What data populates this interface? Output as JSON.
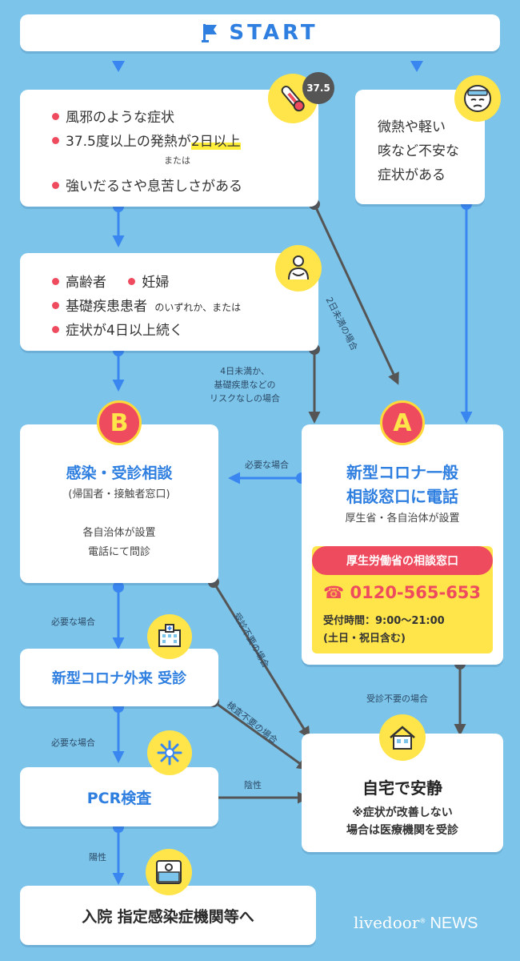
{
  "start": {
    "label": "START"
  },
  "symptom_box": {
    "line1": "風邪のような症状",
    "line2_pre": "37.5度以上の発熱が",
    "line2_hl": "2日以上",
    "or": "または",
    "line3": "強いだるさや息苦しさがある",
    "thermo_badge": "37.5"
  },
  "mild_box": {
    "lines": [
      "微熱や軽い",
      "咳など不安な",
      "症状がある"
    ]
  },
  "risk_box": {
    "item_elderly": "高齢者",
    "item_pregnant": "妊婦",
    "item_disease": "基礎疾患患者",
    "either_or": "のいずれか、または",
    "item_4days": "症状が4日以上続く"
  },
  "box_b": {
    "badge": "B",
    "title": "感染・受診相談",
    "subtitle": "(帰国者・接触者窓口)",
    "desc1": "各自治体が設置",
    "desc2": "電話にて問診"
  },
  "box_a": {
    "badge": "A",
    "title1": "新型コロナ一般",
    "title2": "相談窓口に電話",
    "subtitle": "厚生省・各自治体が設置",
    "hotline_label": "厚生労働省の相談窓口",
    "phone": "0120-565-653",
    "hours": "受付時間：9:00〜21:00",
    "hours_note": "(土日・祝日含む)"
  },
  "outpatient_box": {
    "label": "新型コロナ外来 受診"
  },
  "pcr_box": {
    "label": "PCR検査"
  },
  "hospital_box": {
    "label": "入院 指定感染症機関等へ"
  },
  "home_box": {
    "title": "自宅で安静",
    "note1": "※症状が改善しない",
    "note2": "場合は医療機関を受診"
  },
  "edge_labels": {
    "less_than_2_days": "2日未満の場合",
    "less_than_4_days_1": "4日未満か、",
    "less_than_4_days_2": "基礎疾患などの",
    "less_than_4_days_3": "リスクなしの場合",
    "needed_a_to_b": "必要な場合",
    "needed_b_to_out": "必要な場合",
    "needed_out_to_pcr": "必要な場合",
    "no_visit_b": "受診不要の場合",
    "no_test_out": "検査不要の場合",
    "no_visit_a": "受診不要の場合",
    "negative": "陰性",
    "positive": "陽性"
  },
  "logo": {
    "brand": "livedoor",
    "suffix": "NEWS"
  },
  "colors": {
    "background": "#7cc4ea",
    "arrow_blue": "#3a86f0",
    "arrow_gray": "#555555",
    "accent_red": "#ee4b5e",
    "accent_yellow": "#ffe54a",
    "title_blue": "#2f7fe0"
  }
}
